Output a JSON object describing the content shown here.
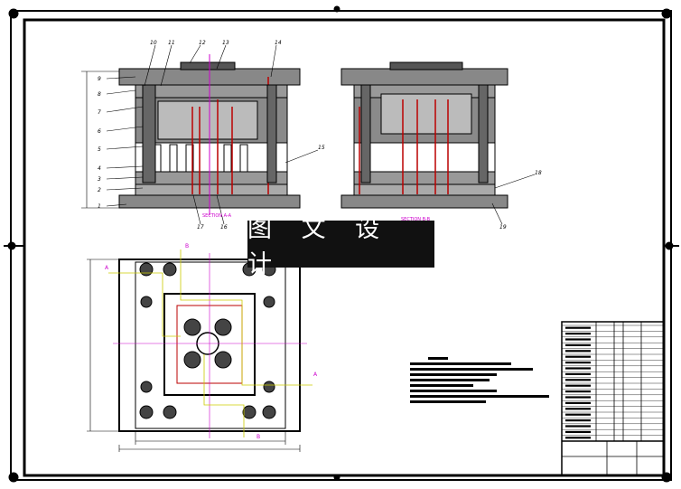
{
  "drawing": {
    "watermark": "图 文 设 计",
    "section_a_label": "SECTION A-A",
    "section_b_label": "SECTION B-B",
    "part_numbers_left": [
      "9",
      "8",
      "7",
      "6",
      "5",
      "4",
      "3",
      "2",
      "1"
    ],
    "part_numbers_top": [
      "10",
      "11",
      "12",
      "13",
      "14"
    ],
    "part_numbers_right": [
      "15"
    ],
    "part_numbers_bottom": [
      "17",
      "16"
    ],
    "part_numbers_b": [
      "18",
      "19"
    ],
    "section_markers": {
      "a": "A",
      "b": "B"
    }
  }
}
